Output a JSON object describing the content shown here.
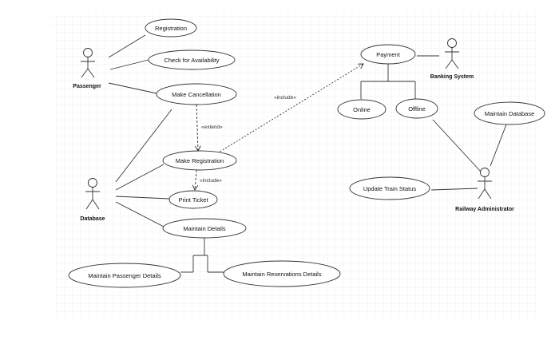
{
  "actors": {
    "passenger": "Passenger",
    "database": "Database",
    "banking": "Banking System",
    "railway": "Railway Administrator"
  },
  "use_cases": {
    "registration": "Registration",
    "check_availability": "Check for Availability",
    "make_cancellation": "Make Cancellation",
    "make_registration": "Make Registration",
    "print_ticket": "Print Ticket",
    "maintain_details": "Maintain Details",
    "maintain_passenger_details": "Maintain Passenger Details",
    "maintain_reservations_details": "Maintain Reservations Details",
    "payment": "Payment",
    "online": "Online",
    "offline": "Offline",
    "maintain_database": "Maintain Database",
    "update_train_status": "Update Train Status"
  },
  "relations": {
    "extend": "«extend»",
    "include_print": "«include»",
    "include_payment": "«include»"
  }
}
